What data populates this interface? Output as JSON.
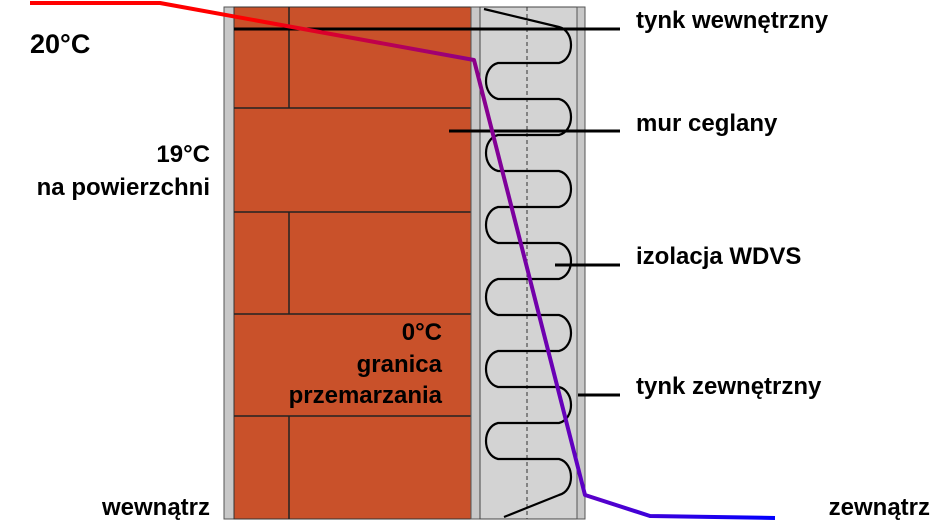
{
  "labels": {
    "inner_temp": "20°C",
    "surface_temp": "19°C",
    "surface_caption": "na powierzchni",
    "freeze_temp": "0°C",
    "freeze_caption_1": "granica",
    "freeze_caption_2": "przemarzania",
    "inside": "wewnątrz",
    "outside": "zewnątrz"
  },
  "layers": [
    {
      "name": "tynk wewnętrzny"
    },
    {
      "name": "mur ceglany"
    },
    {
      "name": "izolacja WDVS"
    },
    {
      "name": "tynk zewnętrzny"
    }
  ],
  "colors": {
    "brick": "#c9512a",
    "plaster": "#c8c8c8",
    "insulation": "#d3d3d3",
    "warm": "#ff0000",
    "mid": "#8b008b",
    "cold": "#0000ff"
  }
}
